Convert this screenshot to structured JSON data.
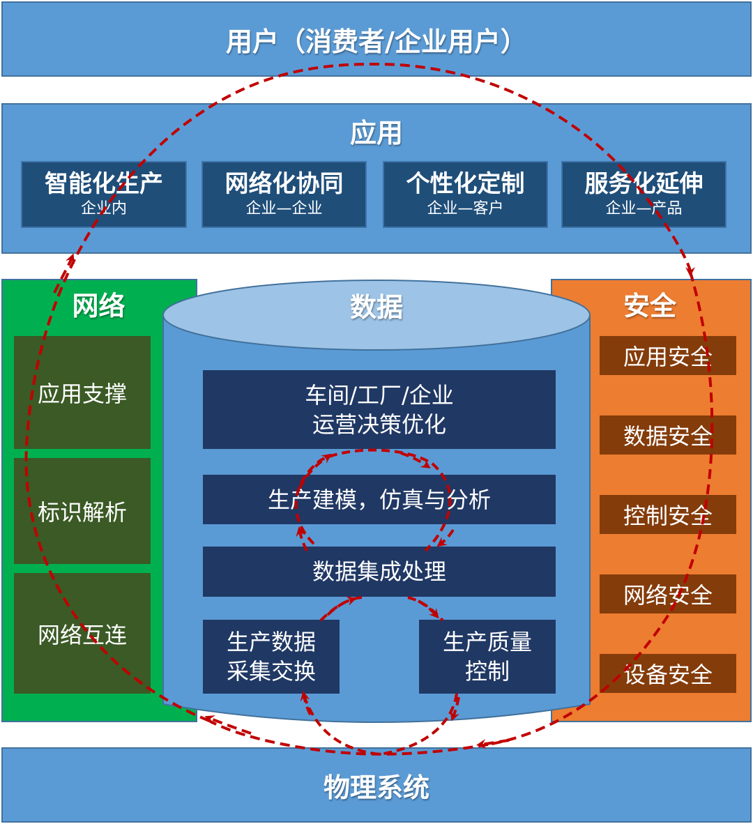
{
  "user_layer": {
    "title": "用户（消费者/企业用户）"
  },
  "application_layer": {
    "title": "应用",
    "items": [
      {
        "title": "智能化生产",
        "subtitle": "企业内"
      },
      {
        "title": "网络化协同",
        "subtitle": "企业—企业"
      },
      {
        "title": "个性化定制",
        "subtitle": "企业—客户"
      },
      {
        "title": "服务化延伸",
        "subtitle": "企业—产品"
      }
    ]
  },
  "network_layer": {
    "title": "网络",
    "items": [
      "应用支撑",
      "标识解析",
      "网络互连"
    ]
  },
  "data_layer": {
    "title": "数据",
    "boxes": {
      "decision": [
        "车间/工厂/企业",
        "运营决策优化"
      ],
      "modeling": "生产建模，仿真与分析",
      "integration": "数据集成处理",
      "collection": [
        "生产数据",
        "采集交换"
      ],
      "quality": [
        "生产质量",
        "控制"
      ]
    }
  },
  "security_layer": {
    "title": "安全",
    "items": [
      "应用安全",
      "数据安全",
      "控制安全",
      "网络安全",
      "设备安全"
    ]
  },
  "physical_layer": {
    "title": "物理系统"
  },
  "colors": {
    "layer_blue": "#5b9bd5",
    "app_box": "#1f4e79",
    "data_box": "#203864",
    "network_green": "#00b050",
    "network_item": "#3b5a25",
    "security_orange": "#ed7d31",
    "security_item": "#843c0b",
    "cycle_arrow": "#c00000"
  }
}
